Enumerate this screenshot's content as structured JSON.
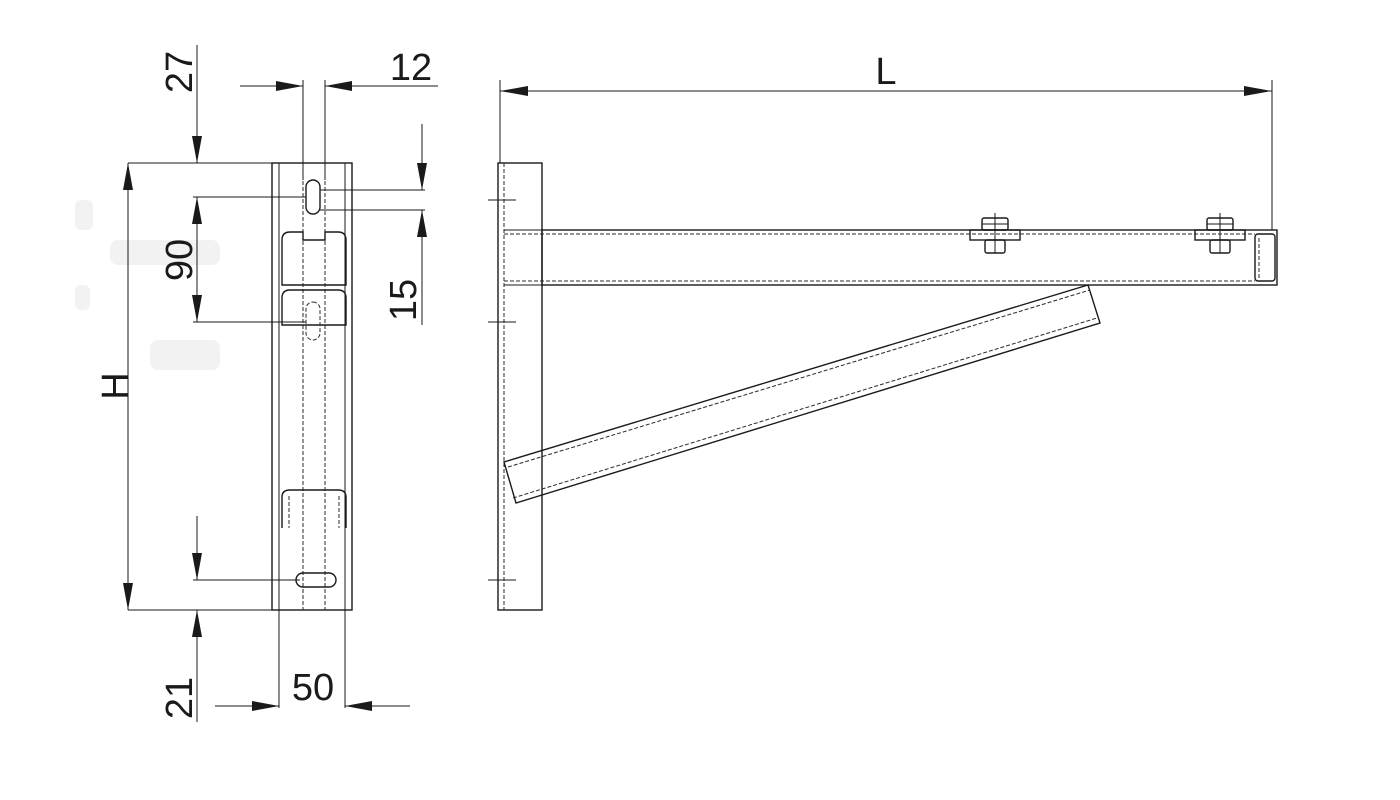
{
  "dimensions": {
    "top_offset": "27",
    "slot_width": "12",
    "length": "L",
    "slot_spacing": "90",
    "slot_length": "15",
    "height": "H",
    "bottom_offset": "21",
    "profile_width": "50"
  },
  "colors": {
    "line": "#1a1a1a",
    "background": "#ffffff"
  }
}
